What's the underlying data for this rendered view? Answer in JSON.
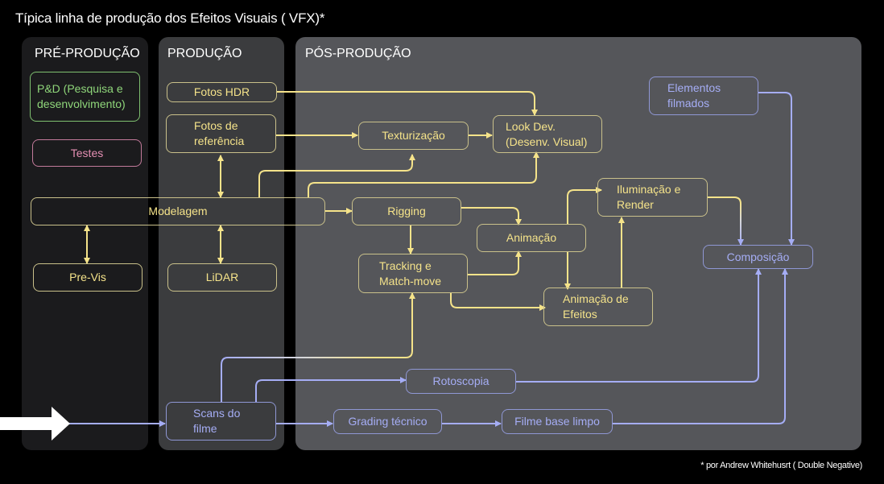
{
  "title": "Típica linha de produção dos Efeitos Visuais ( VFX)*",
  "footnote": "* por Andrew Whitehusrt ( Double Negative)",
  "colors": {
    "background": "#000000",
    "pre_panel": "#1b1b1d",
    "prod_panel": "#3b3c3e",
    "pos_panel": "#55565a",
    "cg_path": "#f5e38a",
    "plate_path": "#a5adf5",
    "research": "#8fd67a",
    "tests": "#e48fb3"
  },
  "phases": {
    "pre": "PRÉ-PRODUÇÃO",
    "prod": "PRODUÇÃO",
    "pos": "PÓS-PRODUÇÃO"
  },
  "nodes": {
    "pd": "P&D (Pesquisa e desenvolvimento)",
    "testes": "Testes",
    "modelagem": "Modelagem",
    "previs": "Pre-Vis",
    "fotos_hdr": "Fotos HDR",
    "fotos_ref": "Fotos de referência",
    "lidar": "LiDAR",
    "scans": "Scans do filme",
    "texturizacao": "Texturização",
    "lookdev": "Look Dev. (Desenv. Visual)",
    "rigging": "Rigging",
    "animacao": "Animação",
    "tracking": "Tracking e Match-move",
    "anim_efeitos": "Animação de Efeitos",
    "iluminacao": "Iluminação e Render",
    "elementos": "Elementos filmados",
    "composicao": "Composição",
    "rotoscopia": "Rotoscopia",
    "grading": "Grading técnico",
    "filme_base": "Filme base limpo"
  },
  "icons": {
    "input_arrow": "big-right-arrow-icon"
  }
}
